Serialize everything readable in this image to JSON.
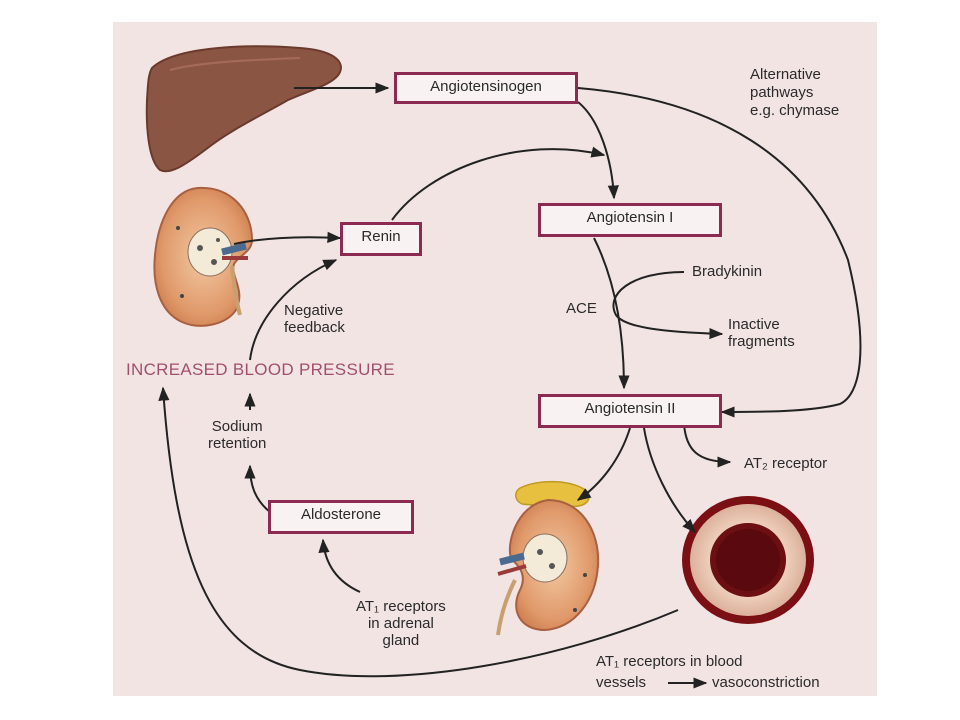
{
  "colors": {
    "background": "#f3e4e4",
    "box_border": "#8c2a52",
    "highlight_text": "#a0506e",
    "arrow": "#222222",
    "liver": "#8b5544",
    "kidney": "#d68a60",
    "vessel_lumen": "#6b0f12"
  },
  "icons": {
    "liver": "liver-illustration",
    "kidney": "kidney-illustration",
    "adrenal": "adrenal-gland-kidney-illustration",
    "vessel": "blood-vessel-cross-section"
  },
  "boxes": {
    "angiotensinogen": "Angiotensinogen",
    "angiotensin1": "Angiotensin I",
    "angiotensin2": "Angiotensin II",
    "renin": "Renin",
    "aldosterone": "Aldosterone"
  },
  "labels": {
    "alt_line1": "Alternative",
    "alt_line2": "pathways",
    "alt_line3": "e.g. chymase",
    "bradykinin": "Bradykinin",
    "ace": "ACE",
    "inactive_line1": "Inactive",
    "inactive_line2": "fragments",
    "at2": "AT₂ receptor",
    "neg_line1": "Negative",
    "neg_line2": "feedback",
    "increased_bp": "INCREASED BLOOD PRESSURE",
    "sodium_line1": "Sodium",
    "sodium_line2": "retention",
    "at1_adrenal_line1": "AT₁ receptors",
    "at1_adrenal_line2": "in adrenal",
    "at1_adrenal_line3": "gland",
    "at1_vessels_line1": "AT₁ receptors in blood",
    "at1_vessels_line2": "vessels",
    "at1_vessels_line3": "vasoconstriction"
  }
}
